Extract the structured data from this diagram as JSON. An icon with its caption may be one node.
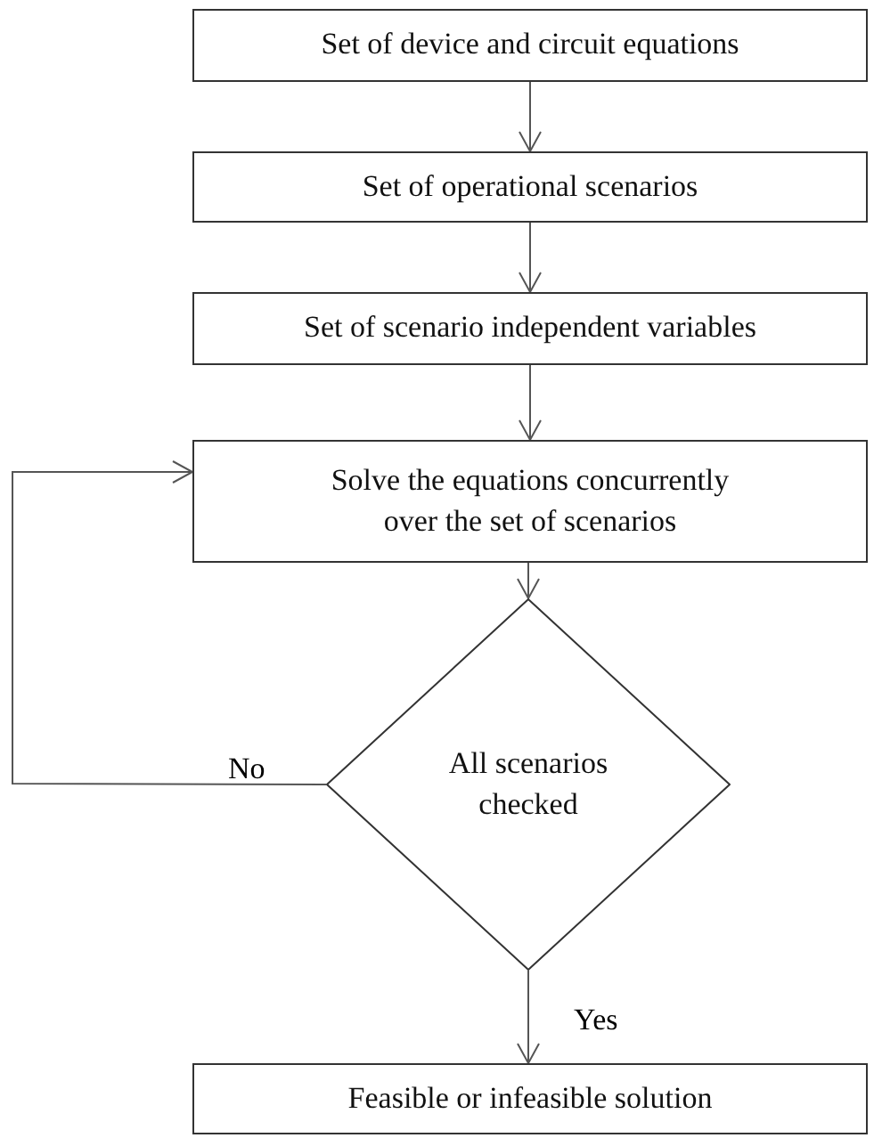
{
  "diagram": {
    "nodes": [
      {
        "text": [
          "Set of device and circuit equations"
        ]
      },
      {
        "text": [
          "Set of operational scenarios"
        ]
      },
      {
        "text": [
          "Set of scenario independent variables"
        ]
      },
      {
        "text": [
          "Solve the equations concurrently over the set of scenarios"
        ]
      },
      {
        "text": [
          "All scenarios checked"
        ]
      },
      {
        "text": [
          "Feasible or infeasible solution"
        ]
      }
    ],
    "edges": [
      {
        "from": 0,
        "to": 1,
        "arrow": "to"
      },
      {
        "from": 1,
        "to": 2,
        "arrow": "to"
      },
      {
        "from": 2,
        "to": 3,
        "arrow": "to"
      },
      {
        "from": 3,
        "to": 4,
        "arrow": "to"
      },
      {
        "from": 4,
        "to": 3,
        "arrow": "to",
        "label": "No"
      },
      {
        "from": 4,
        "to": 5,
        "arrow": "to",
        "label": "Yes"
      }
    ]
  }
}
